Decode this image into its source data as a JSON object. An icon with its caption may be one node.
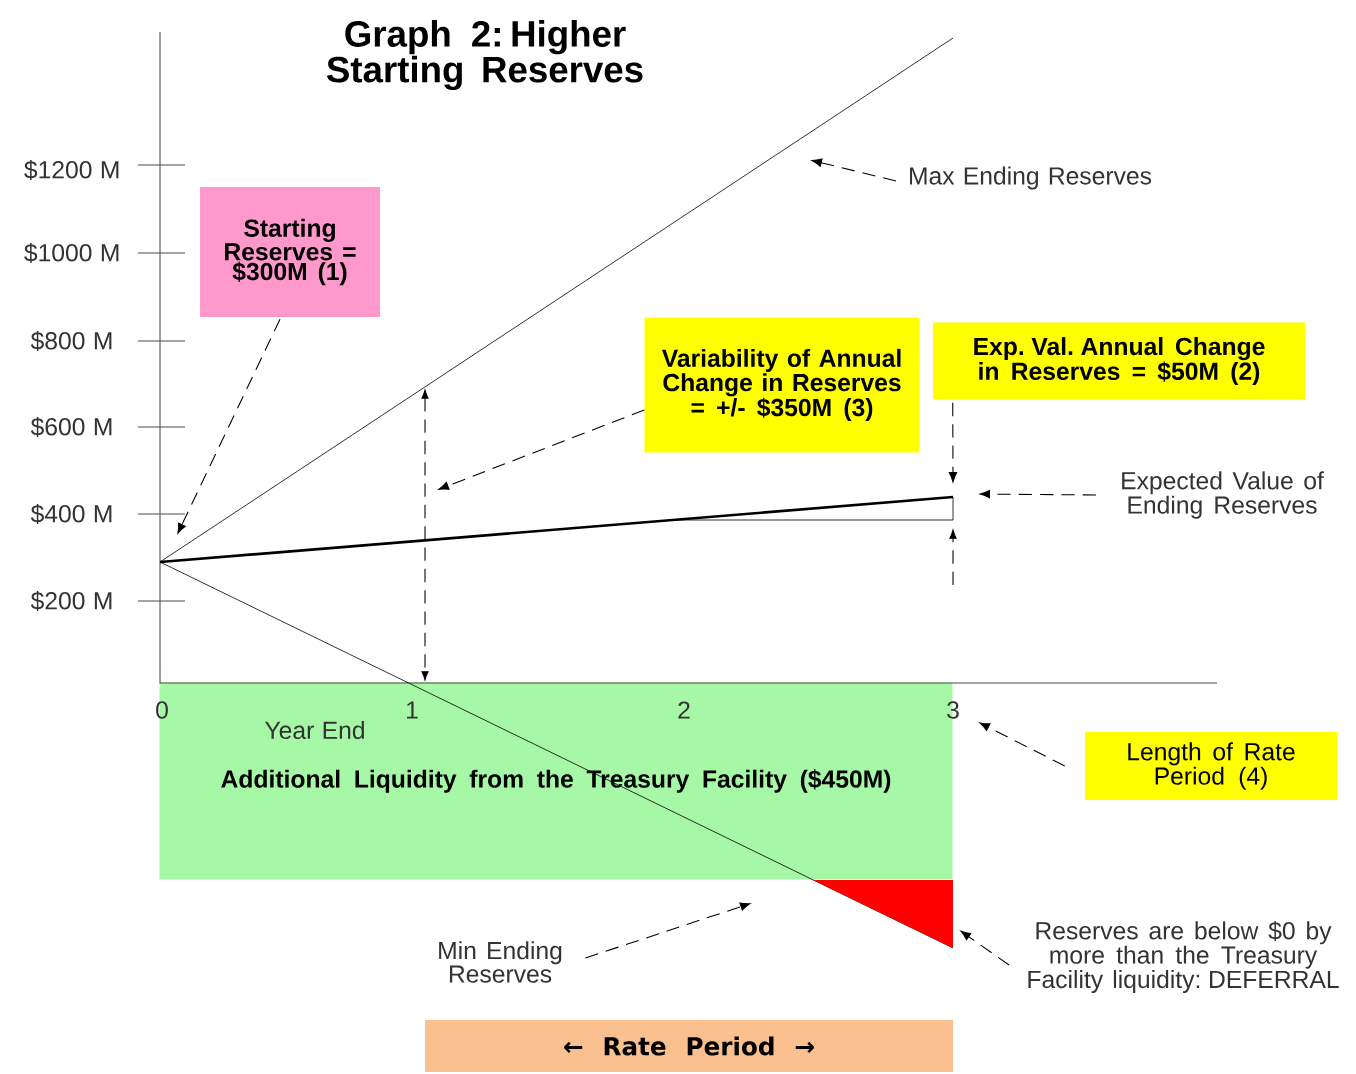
{
  "diagram": {
    "title": "Graph 2: Higher Starting Reserves",
    "nodes": [
      {
        "text": [
          "Starting Reserves = $300M (1)"
        ]
      },
      {
        "text": [
          "Max Ending Reserves"
        ]
      },
      {
        "text": [
          "Variability of Annual Change in Reserves = +/- $350M (3)"
        ]
      },
      {
        "text": [
          "Exp. Val. Annual Change in Reserves = $50M (2)"
        ]
      },
      {
        "text": [
          "Expected Value of Ending Reserves"
        ]
      },
      {
        "text": [
          "Additional Liquidity from the Treasury Facility ($450M)"
        ]
      },
      {
        "text": [
          "Length of Rate Period (4)"
        ]
      },
      {
        "text": [
          "Min Ending Reserves"
        ]
      },
      {
        "text": [
          "Reserves are below $0 by more than the Treasury Facility liquidity: DEFERRAL"
        ]
      },
      {
        "text": [],
        "shape": "triangle"
      },
      {
        "text": [
          "← Rate Period →"
        ]
      }
    ],
    "edges": [
      {
        "from": 0,
        "to": null,
        "arrow": "to",
        "style": "dashed"
      },
      {
        "from": 1,
        "to": null,
        "arrow": "to",
        "style": "dashed"
      },
      {
        "from": 2,
        "to": null,
        "arrow": "to",
        "style": "dashed"
      },
      {
        "from": 3,
        "to": null,
        "arrow": "to",
        "style": "dashed"
      },
      {
        "from": 4,
        "to": null,
        "arrow": "to",
        "style": "dashed"
      },
      {
        "from": 6,
        "to": null,
        "arrow": "to",
        "style": "dashed"
      },
      {
        "from": 7,
        "to": null,
        "arrow": "to",
        "style": "dashed"
      },
      {
        "from": 8,
        "to": 9,
        "arrow": "to",
        "style": "dashed"
      }
    ],
    "labels": [
      "$1200 M",
      "$1000 M",
      "$800 M",
      "$600 M",
      "$400 M",
      "$200 M",
      "0",
      "1",
      "2",
      "3",
      "Year End"
    ]
  }
}
